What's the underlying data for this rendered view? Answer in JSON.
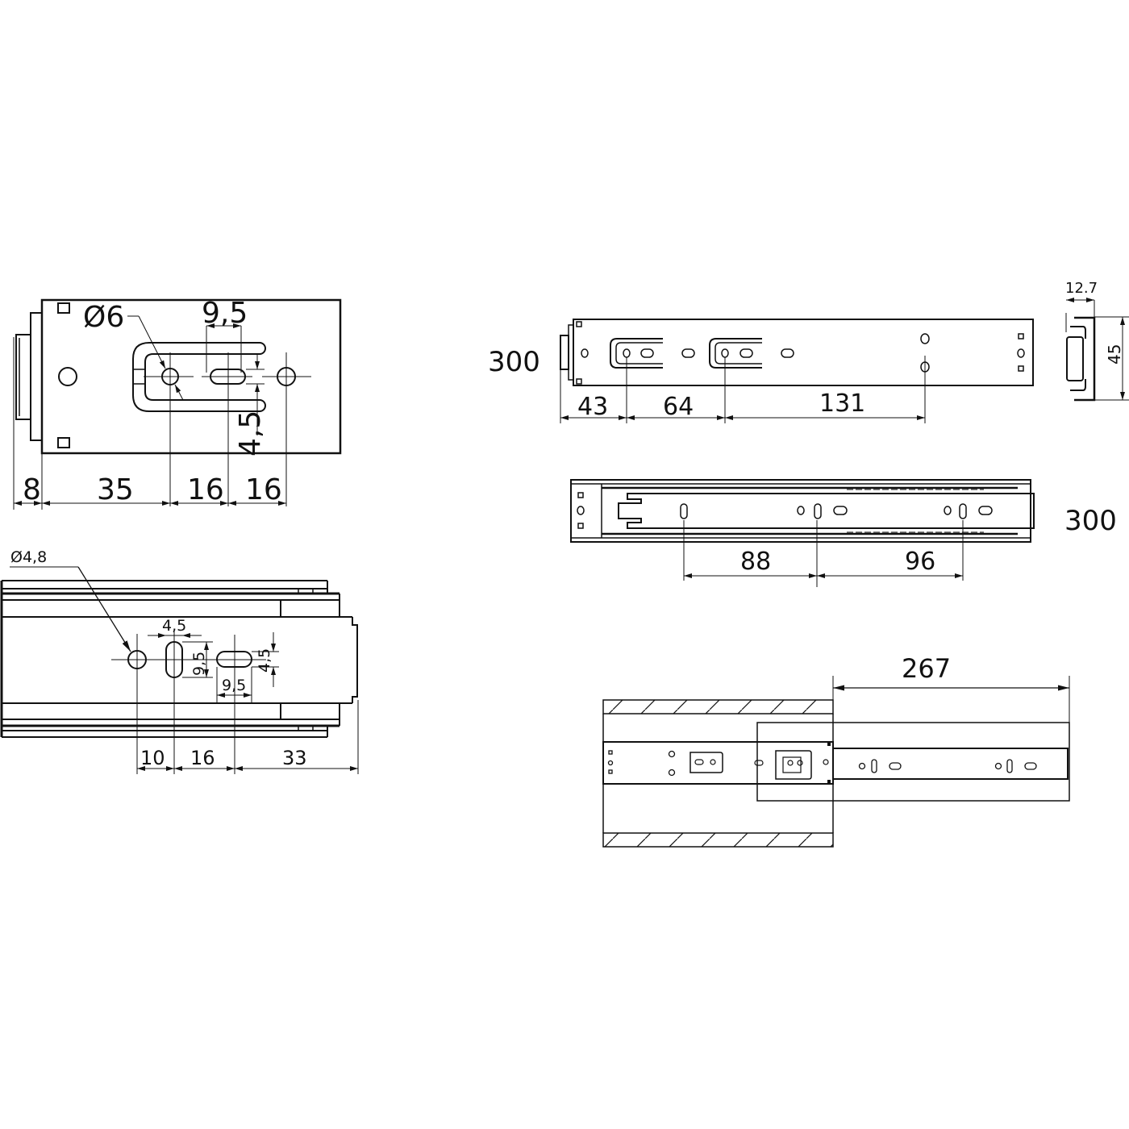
{
  "drawing": {
    "colors": {
      "line": "#111111",
      "background": "#ffffff"
    },
    "detail_top_left": {
      "hole_diameter": "Ø6",
      "slot_width": "9,5",
      "slot_height": "4,5",
      "dims": [
        "8",
        "35",
        "16",
        "16"
      ]
    },
    "detail_bottom_left": {
      "hole_diameter": "Ø4,8",
      "vslot_width": "4,5",
      "vslot_height": "9,5",
      "hslot_width": "9,5",
      "hslot_height": "4,5",
      "dims": [
        "10",
        "16",
        "33"
      ]
    },
    "side_view_top": {
      "length_label": "300",
      "dims": [
        "43",
        "64",
        "131"
      ]
    },
    "cross_section": {
      "width": "12.7",
      "height": "45"
    },
    "side_view_middle": {
      "length_label": "300",
      "dims": [
        "88",
        "96"
      ]
    },
    "extension_view": {
      "extension": "267"
    }
  }
}
